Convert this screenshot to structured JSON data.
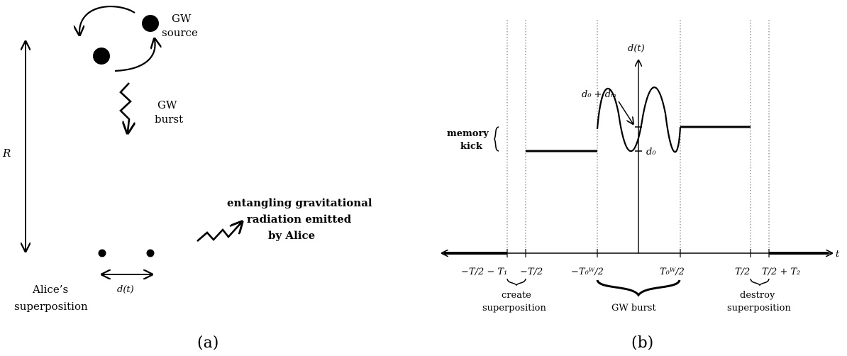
{
  "panel_a": {
    "caption": "(a)",
    "source_label_line1": "GW",
    "source_label_line2": "source",
    "burst_label_line1": "GW",
    "burst_label_line2": "burst",
    "distance_label": "R",
    "alice_label_line1": "Alice’s",
    "alice_label_line2": "superposition",
    "separation_label": "d(t)",
    "radiation_label_line1": "entangling gravitational",
    "radiation_label_line2": "radiation emitted",
    "radiation_label_line3": "by Alice"
  },
  "panel_b": {
    "caption": "(b)",
    "y_axis_label": "d(t)",
    "x_axis_label": "t",
    "peak_label": "d₀ + dₘ",
    "base_label": "d₀",
    "memory_kick_line1": "memory",
    "memory_kick_line2": "kick",
    "tick_labels": [
      "−T/2 − T₁",
      "−T/2",
      "−T₀ᵂ/2",
      "T₀ᵂ/2",
      "T/2",
      "T/2 + T₂"
    ],
    "brace_create_line1": "create",
    "brace_create_line2": "superposition",
    "brace_burst": "GW burst",
    "brace_destroy_line1": "destroy",
    "brace_destroy_line2": "superposition"
  }
}
